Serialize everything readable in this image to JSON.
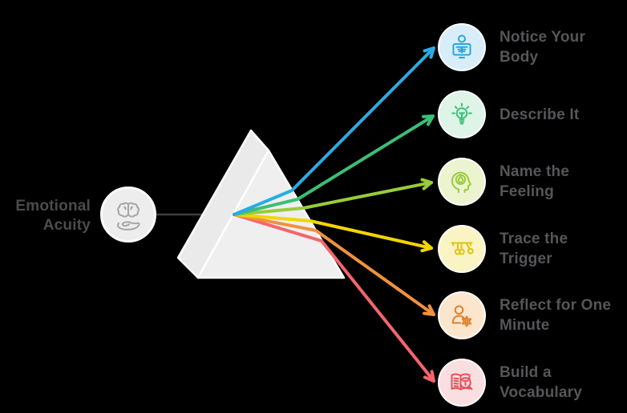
{
  "diagram": {
    "source": {
      "label": "Emotional\nAcuity",
      "icon": "brain-in-hand-icon",
      "circle_bg": "#EDEDED",
      "icon_color": "#A8A8A8",
      "text_color": "#4B4B4B",
      "connector_color": "#3E3E3E"
    },
    "prism": {
      "shape": "triangular-prism",
      "fill": "#EFEFEF",
      "edge_color": "#FFFFFF"
    },
    "rows": [
      {
        "label": "Notice Your\nBody",
        "icon": "body-scan-icon",
        "ray_color": "#29ABE2",
        "circle_bg": "#D7EEFA"
      },
      {
        "label": "Describe It",
        "icon": "lightbulb-icon",
        "ray_color": "#3CBE77",
        "circle_bg": "#DDF4E7"
      },
      {
        "label": "Name the\nFeeling",
        "icon": "head-flame-icon",
        "ray_color": "#9ACB3B",
        "circle_bg": "#EBF4CF"
      },
      {
        "label": "Trace the\nTrigger",
        "icon": "newtons-cradle-icon",
        "ray_color": "#F2D600",
        "circle_bg": "#FAF3C3"
      },
      {
        "label": "Reflect for One\nMinute",
        "icon": "person-gear-icon",
        "ray_color": "#F2913D",
        "circle_bg": "#FCE5CD"
      },
      {
        "label": "Build a\nVocabulary",
        "icon": "book-magnifier-icon",
        "ray_color": "#F4656D",
        "circle_bg": "#FBDEE0"
      }
    ],
    "label_text_color": "#565659"
  }
}
